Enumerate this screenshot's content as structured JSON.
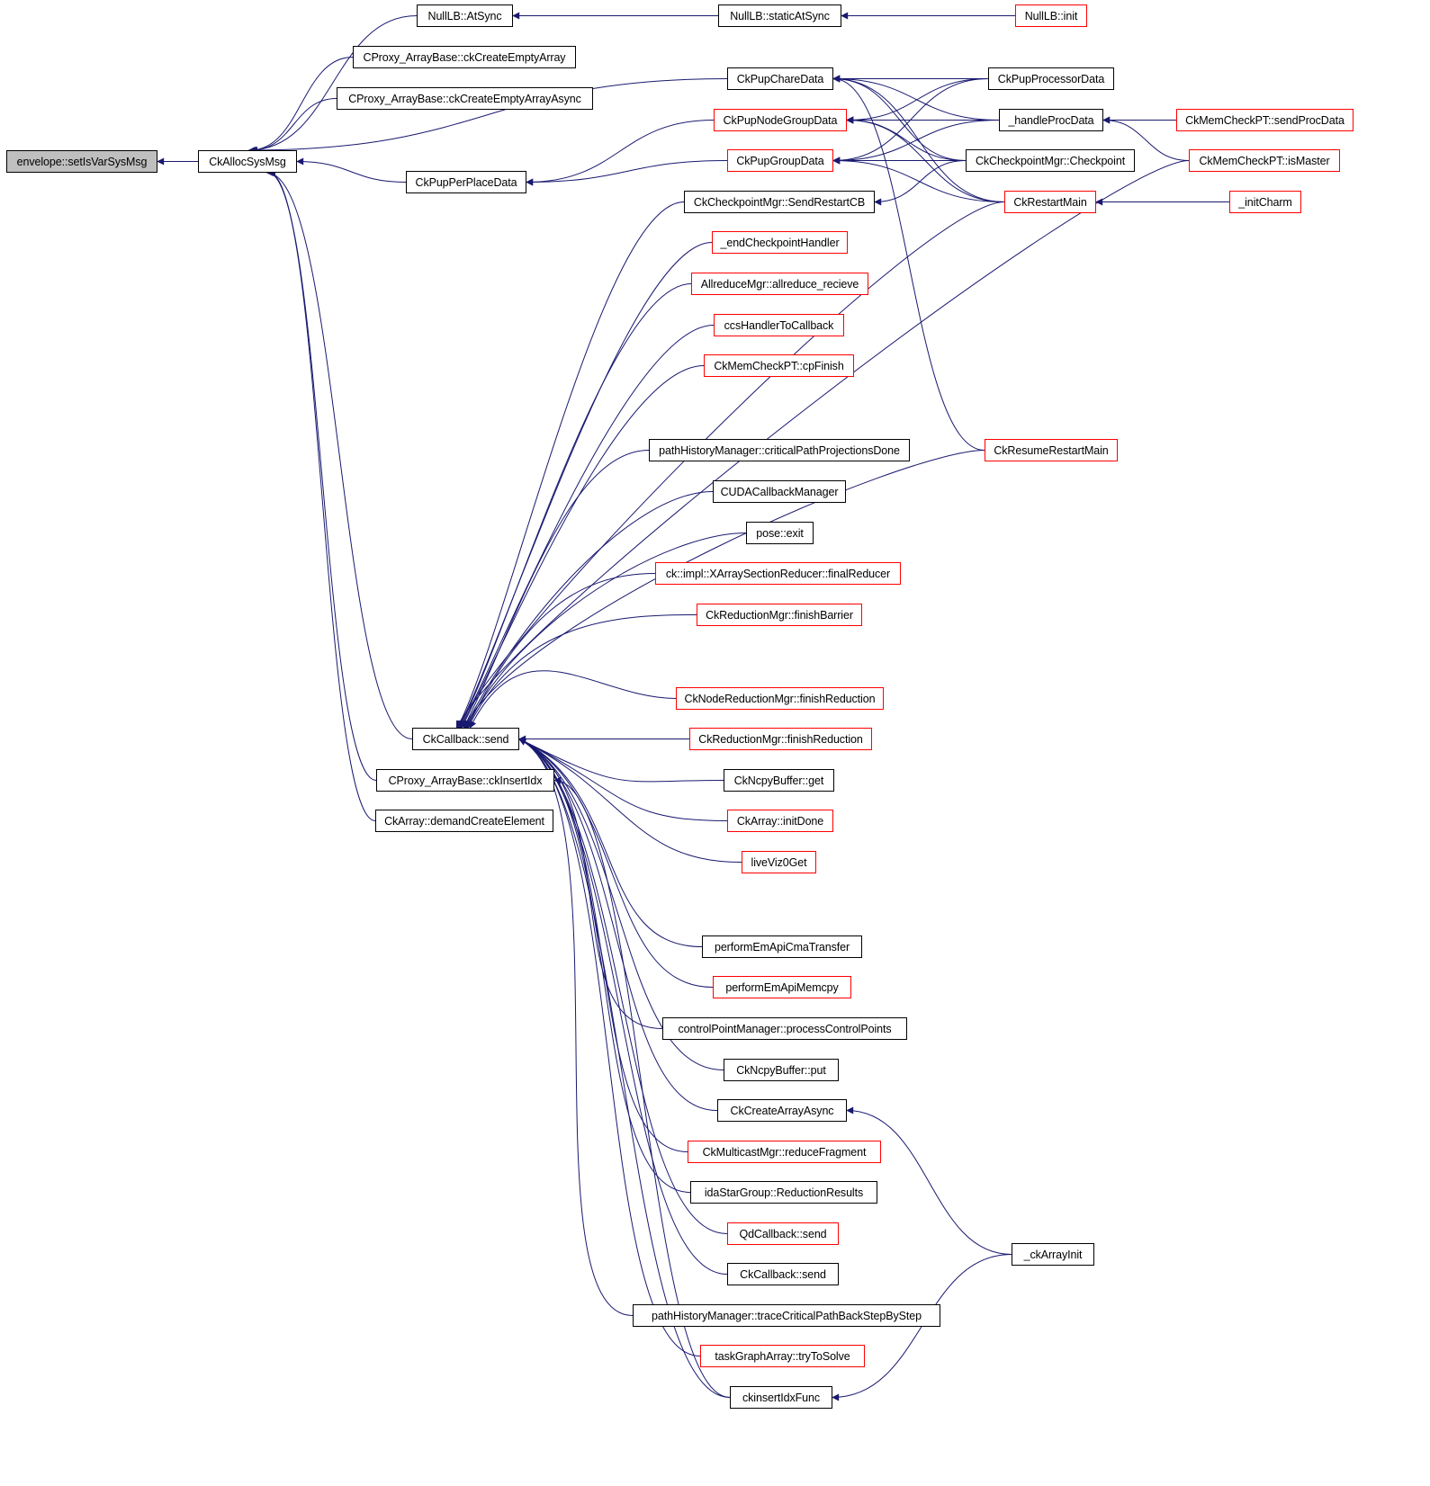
{
  "diagram": {
    "type": "caller-graph",
    "colors": {
      "edge": "#191970",
      "node_border": "#000000",
      "node_border_truncated": "#ff0000",
      "root_fill": "#bfbfbf"
    },
    "nodes": [
      {
        "id": "root",
        "label": "envelope::setIsVarSysMsg",
        "truncated": false,
        "root": true
      },
      {
        "id": "ckalloc",
        "label": "CkAllocSysMsg",
        "truncated": false
      },
      {
        "id": "nulllb_atsync",
        "label": "NullLB::AtSync",
        "truncated": false
      },
      {
        "id": "nulllb_static",
        "label": "NullLB::staticAtSync",
        "truncated": false
      },
      {
        "id": "nulllb_init",
        "label": "NullLB::init",
        "truncated": true
      },
      {
        "id": "cproxy_empty",
        "label": "CProxy_ArrayBase::ckCreateEmptyArray",
        "truncated": false
      },
      {
        "id": "cproxy_empty_async",
        "label": "CProxy_ArrayBase::ckCreateEmptyArrayAsync",
        "truncated": false
      },
      {
        "id": "pupchare",
        "label": "CkPupChareData",
        "truncated": false
      },
      {
        "id": "pupnodegroup",
        "label": "CkPupNodeGroupData",
        "truncated": true
      },
      {
        "id": "pupgroup",
        "label": "CkPupGroupData",
        "truncated": true
      },
      {
        "id": "pupperplace",
        "label": "CkPupPerPlaceData",
        "truncated": false
      },
      {
        "id": "pupproc",
        "label": "CkPupProcessorData",
        "truncated": false
      },
      {
        "id": "handleproc",
        "label": "_handleProcData",
        "truncated": false
      },
      {
        "id": "sendprocdata",
        "label": "CkMemCheckPT::sendProcData",
        "truncated": true
      },
      {
        "id": "ismaster",
        "label": "CkMemCheckPT::isMaster",
        "truncated": true
      },
      {
        "id": "checkpoint",
        "label": "CkCheckpointMgr::Checkpoint",
        "truncated": false
      },
      {
        "id": "restartmain",
        "label": "CkRestartMain",
        "truncated": true
      },
      {
        "id": "initcharm",
        "label": "_initCharm",
        "truncated": true
      },
      {
        "id": "sendrestartcb",
        "label": "CkCheckpointMgr::SendRestartCB",
        "truncated": false
      },
      {
        "id": "endcheckpoint",
        "label": "_endCheckpointHandler",
        "truncated": true
      },
      {
        "id": "allreduce",
        "label": "AllreduceMgr::allreduce_recieve",
        "truncated": true
      },
      {
        "id": "ccshandler",
        "label": "ccsHandlerToCallback",
        "truncated": true
      },
      {
        "id": "cpfinish",
        "label": "CkMemCheckPT::cpFinish",
        "truncated": true
      },
      {
        "id": "critpath",
        "label": "pathHistoryManager::criticalPathProjectionsDone",
        "truncated": false
      },
      {
        "id": "resumerestart",
        "label": "CkResumeRestartMain",
        "truncated": true
      },
      {
        "id": "cuda",
        "label": "CUDACallbackManager",
        "truncated": false
      },
      {
        "id": "poseexit",
        "label": "pose::exit",
        "truncated": false
      },
      {
        "id": "finalreducer",
        "label": "ck::impl::XArraySectionReducer::finalReducer",
        "truncated": true
      },
      {
        "id": "finishbarrier",
        "label": "CkReductionMgr::finishBarrier",
        "truncated": true
      },
      {
        "id": "nodefinishred",
        "label": "CkNodeReductionMgr::finishReduction",
        "truncated": true
      },
      {
        "id": "callbacksend",
        "label": "CkCallback::send",
        "truncated": false
      },
      {
        "id": "finishred",
        "label": "CkReductionMgr::finishReduction",
        "truncated": true
      },
      {
        "id": "insertidx",
        "label": "CProxy_ArrayBase::ckInsertIdx",
        "truncated": false
      },
      {
        "id": "ncpyget",
        "label": "CkNcpyBuffer::get",
        "truncated": false
      },
      {
        "id": "demandcreate",
        "label": "CkArray::demandCreateElement",
        "truncated": false
      },
      {
        "id": "initdone",
        "label": "CkArray::initDone",
        "truncated": true
      },
      {
        "id": "liveviz",
        "label": "liveViz0Get",
        "truncated": true
      },
      {
        "id": "cmatransfer",
        "label": "performEmApiCmaTransfer",
        "truncated": false
      },
      {
        "id": "memcpy",
        "label": "performEmApiMemcpy",
        "truncated": true
      },
      {
        "id": "controlpoints",
        "label": "controlPointManager::processControlPoints",
        "truncated": false
      },
      {
        "id": "ncpyput",
        "label": "CkNcpyBuffer::put",
        "truncated": false
      },
      {
        "id": "createasync",
        "label": "CkCreateArrayAsync",
        "truncated": false
      },
      {
        "id": "reducefragment",
        "label": "CkMulticastMgr::reduceFragment",
        "truncated": true
      },
      {
        "id": "idastar",
        "label": "idaStarGroup::ReductionResults",
        "truncated": false
      },
      {
        "id": "qdcallback",
        "label": "QdCallback::send",
        "truncated": true
      },
      {
        "id": "callbacksend2",
        "label": "CkCallback::send",
        "truncated": false
      },
      {
        "id": "arrayinit",
        "label": "_ckArrayInit",
        "truncated": false
      },
      {
        "id": "tracecrit",
        "label": "pathHistoryManager::traceCriticalPathBackStepByStep",
        "truncated": false
      },
      {
        "id": "trytosolve",
        "label": "taskGraphArray::tryToSolve",
        "truncated": true
      },
      {
        "id": "insertidxfunc",
        "label": "ckinsertIdxFunc",
        "truncated": false
      }
    ],
    "edges": [
      [
        "ckalloc",
        "root"
      ],
      [
        "nulllb_atsync",
        "ckalloc"
      ],
      [
        "nulllb_static",
        "nulllb_atsync"
      ],
      [
        "nulllb_init",
        "nulllb_static"
      ],
      [
        "cproxy_empty",
        "ckalloc"
      ],
      [
        "cproxy_empty_async",
        "ckalloc"
      ],
      [
        "pupchare",
        "ckalloc"
      ],
      [
        "pupperplace",
        "ckalloc"
      ],
      [
        "pupnodegroup",
        "pupperplace"
      ],
      [
        "pupgroup",
        "pupperplace"
      ],
      [
        "pupproc",
        "pupchare"
      ],
      [
        "pupproc",
        "pupnodegroup"
      ],
      [
        "pupproc",
        "pupgroup"
      ],
      [
        "handleproc",
        "pupchare"
      ],
      [
        "handleproc",
        "pupnodegroup"
      ],
      [
        "handleproc",
        "pupgroup"
      ],
      [
        "checkpoint",
        "pupchare"
      ],
      [
        "checkpoint",
        "pupnodegroup"
      ],
      [
        "checkpoint",
        "pupgroup"
      ],
      [
        "checkpoint",
        "sendrestartcb"
      ],
      [
        "restartmain",
        "pupchare"
      ],
      [
        "restartmain",
        "pupnodegroup"
      ],
      [
        "restartmain",
        "pupgroup"
      ],
      [
        "restartmain",
        "callbacksend"
      ],
      [
        "resumerestart",
        "pupchare"
      ],
      [
        "resumerestart",
        "callbacksend"
      ],
      [
        "sendprocdata",
        "handleproc"
      ],
      [
        "ismaster",
        "handleproc"
      ],
      [
        "ismaster",
        "callbacksend"
      ],
      [
        "initcharm",
        "restartmain"
      ],
      [
        "callbacksend",
        "ckalloc"
      ],
      [
        "insertidx",
        "ckalloc"
      ],
      [
        "demandcreate",
        "ckalloc"
      ],
      [
        "sendrestartcb",
        "callbacksend"
      ],
      [
        "endcheckpoint",
        "callbacksend"
      ],
      [
        "allreduce",
        "callbacksend"
      ],
      [
        "ccshandler",
        "callbacksend"
      ],
      [
        "cpfinish",
        "callbacksend"
      ],
      [
        "critpath",
        "callbacksend"
      ],
      [
        "cuda",
        "callbacksend"
      ],
      [
        "poseexit",
        "callbacksend"
      ],
      [
        "finalreducer",
        "callbacksend"
      ],
      [
        "finishbarrier",
        "callbacksend"
      ],
      [
        "nodefinishred",
        "callbacksend"
      ],
      [
        "finishred",
        "callbacksend"
      ],
      [
        "ncpyget",
        "callbacksend"
      ],
      [
        "initdone",
        "callbacksend"
      ],
      [
        "liveviz",
        "callbacksend"
      ],
      [
        "cmatransfer",
        "callbacksend"
      ],
      [
        "memcpy",
        "callbacksend"
      ],
      [
        "controlpoints",
        "callbacksend"
      ],
      [
        "ncpyput",
        "callbacksend"
      ],
      [
        "createasync",
        "callbacksend"
      ],
      [
        "reducefragment",
        "callbacksend"
      ],
      [
        "idastar",
        "callbacksend"
      ],
      [
        "qdcallback",
        "callbacksend"
      ],
      [
        "callbacksend2",
        "callbacksend"
      ],
      [
        "tracecrit",
        "callbacksend"
      ],
      [
        "trytosolve",
        "callbacksend"
      ],
      [
        "insertidxfunc",
        "callbacksend"
      ],
      [
        "insertidxfunc",
        "insertidx"
      ],
      [
        "arrayinit",
        "createasync"
      ],
      [
        "arrayinit",
        "insertidxfunc"
      ]
    ]
  }
}
